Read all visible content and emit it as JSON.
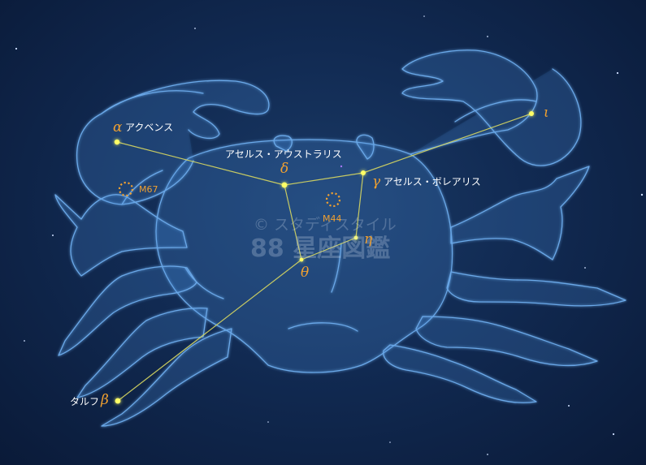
{
  "stars": [
    {
      "id": "alpha",
      "greek": "α",
      "name": "アクベンス"
    },
    {
      "id": "delta",
      "greek": "δ",
      "name": "アセルス・アウストラリス"
    },
    {
      "id": "gamma",
      "greek": "γ",
      "name": "アセルス・ボレアリス"
    },
    {
      "id": "eta",
      "greek": "η",
      "name": ""
    },
    {
      "id": "theta",
      "greek": "θ",
      "name": ""
    },
    {
      "id": "beta",
      "greek": "β",
      "name": "タルフ"
    },
    {
      "id": "iota",
      "greek": "ι",
      "name": ""
    }
  ],
  "clusters": [
    {
      "id": "M67",
      "label": "M67"
    },
    {
      "id": "M44",
      "label": "M44"
    }
  ],
  "watermark": {
    "copyright": "© スタディスタイル",
    "title": "88 星座図鑑"
  },
  "colors": {
    "sky_center": "#1a3a66",
    "sky_edge": "#0a1a38",
    "constellation_line": "#d8d860",
    "star": "#ffff66",
    "greek_letter": "#f0a030",
    "crab_outline": "#6aa8e8",
    "label": "#ffffff"
  }
}
